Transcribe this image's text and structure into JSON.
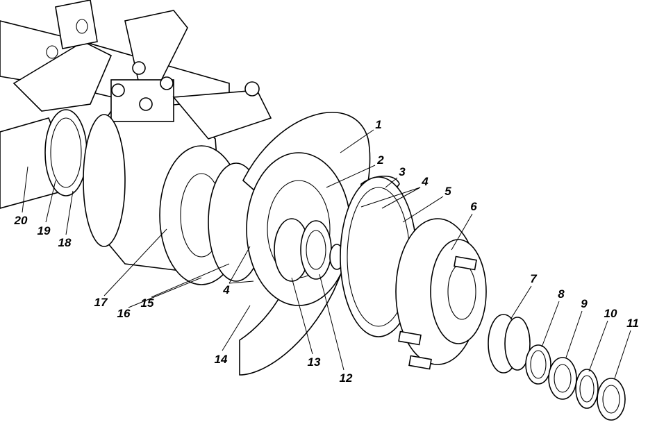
{
  "diagram": {
    "type": "exploded-assembly",
    "parts": [
      {
        "id": "label-1",
        "text": "1"
      },
      {
        "id": "label-2",
        "text": "2"
      },
      {
        "id": "label-3",
        "text": "3"
      },
      {
        "id": "label-4a",
        "text": "4"
      },
      {
        "id": "label-5",
        "text": "5"
      },
      {
        "id": "label-6",
        "text": "6"
      },
      {
        "id": "label-7",
        "text": "7"
      },
      {
        "id": "label-8",
        "text": "8"
      },
      {
        "id": "label-9",
        "text": "9"
      },
      {
        "id": "label-10",
        "text": "10"
      },
      {
        "id": "label-11",
        "text": "11"
      },
      {
        "id": "label-12",
        "text": "12"
      },
      {
        "id": "label-13",
        "text": "13"
      },
      {
        "id": "label-14",
        "text": "14"
      },
      {
        "id": "label-4b",
        "text": "4"
      },
      {
        "id": "label-15",
        "text": "15"
      },
      {
        "id": "label-16",
        "text": "16"
      },
      {
        "id": "label-17",
        "text": "17"
      },
      {
        "id": "label-18",
        "text": "18"
      },
      {
        "id": "label-19",
        "text": "19"
      },
      {
        "id": "label-20",
        "text": "20"
      }
    ]
  }
}
